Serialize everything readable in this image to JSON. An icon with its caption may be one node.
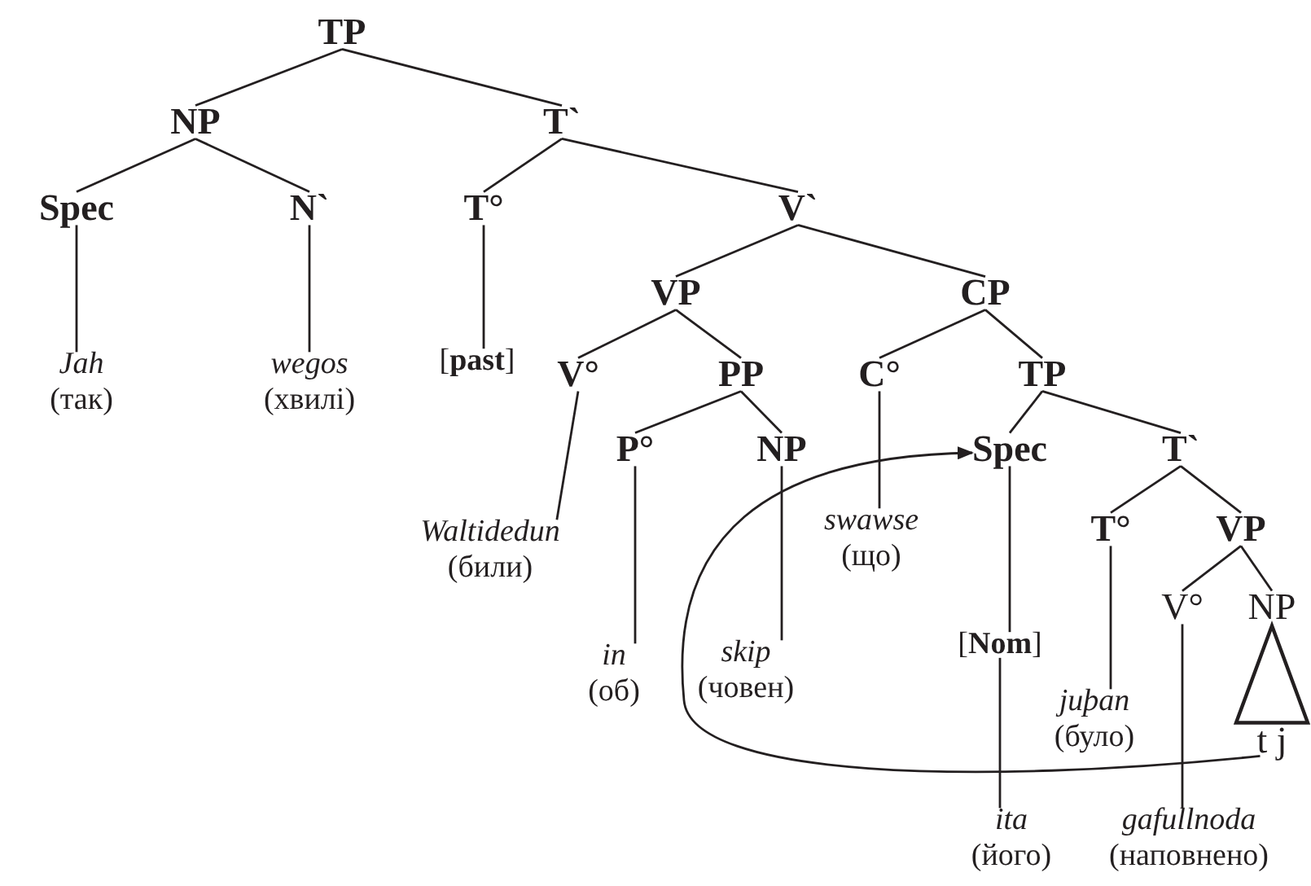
{
  "diagram": {
    "nodes": [
      {
        "text": [
          "TP"
        ]
      },
      {
        "text": [
          "NP"
        ]
      },
      {
        "text": [
          "T`"
        ]
      },
      {
        "text": [
          "Spec"
        ]
      },
      {
        "text": [
          "N`"
        ]
      },
      {
        "text": [
          "T°"
        ]
      },
      {
        "text": [
          "V`"
        ]
      },
      {
        "text": [
          "Jah",
          "(так)"
        ]
      },
      {
        "text": [
          "wegos",
          "(хвилі)"
        ]
      },
      {
        "text": [
          "[**past**]"
        ]
      },
      {
        "text": [
          "VP"
        ]
      },
      {
        "text": [
          "CP"
        ]
      },
      {
        "text": [
          "V°"
        ]
      },
      {
        "text": [
          "PP"
        ]
      },
      {
        "text": [
          "C°"
        ]
      },
      {
        "text": [
          "TP"
        ]
      },
      {
        "text": [
          "P°"
        ]
      },
      {
        "text": [
          "NP"
        ]
      },
      {
        "text": [
          "Spec"
        ]
      },
      {
        "text": [
          "T`"
        ]
      },
      {
        "text": [
          "Waltidedun",
          "(били)"
        ]
      },
      {
        "text": [
          "swawse",
          "(що)"
        ]
      },
      {
        "text": [
          "T°"
        ]
      },
      {
        "text": [
          "VP"
        ]
      },
      {
        "text": [
          "in",
          "(об)"
        ]
      },
      {
        "text": [
          "skip",
          "(човен)"
        ]
      },
      {
        "text": [
          "[**Nom**]"
        ]
      },
      {
        "text": [
          "V°"
        ]
      },
      {
        "text": [
          "NP"
        ]
      },
      {
        "text": [
          "t j"
        ]
      },
      {
        "text": [
          "juþan",
          "(було)"
        ]
      },
      {
        "text": [
          "ita",
          "(його)"
        ]
      },
      {
        "text": [
          "gafullnoda",
          "(наповнено)"
        ]
      }
    ],
    "edges": [
      {
        "from": 0,
        "to": 1,
        "arrow": "none"
      },
      {
        "from": 0,
        "to": 2,
        "arrow": "none"
      },
      {
        "from": 1,
        "to": 3,
        "arrow": "none"
      },
      {
        "from": 1,
        "to": 4,
        "arrow": "none"
      },
      {
        "from": 2,
        "to": 5,
        "arrow": "none"
      },
      {
        "from": 2,
        "to": 6,
        "arrow": "none"
      },
      {
        "from": 3,
        "to": 7,
        "arrow": "none"
      },
      {
        "from": 4,
        "to": 8,
        "arrow": "none"
      },
      {
        "from": 5,
        "to": 9,
        "arrow": "none"
      },
      {
        "from": 6,
        "to": 10,
        "arrow": "none"
      },
      {
        "from": 6,
        "to": 11,
        "arrow": "none"
      },
      {
        "from": 10,
        "to": 12,
        "arrow": "none"
      },
      {
        "from": 10,
        "to": 13,
        "arrow": "none"
      },
      {
        "from": 11,
        "to": 14,
        "arrow": "none"
      },
      {
        "from": 11,
        "to": 15,
        "arrow": "none"
      },
      {
        "from": 13,
        "to": 16,
        "arrow": "none"
      },
      {
        "from": 13,
        "to": 17,
        "arrow": "none"
      },
      {
        "from": 12,
        "to": 20,
        "arrow": "none"
      },
      {
        "from": 14,
        "to": 21,
        "arrow": "none"
      },
      {
        "from": 15,
        "to": 18,
        "arrow": "none"
      },
      {
        "from": 15,
        "to": 19,
        "arrow": "none"
      },
      {
        "from": 16,
        "to": 24,
        "arrow": "none"
      },
      {
        "from": 17,
        "to": 25,
        "arrow": "none"
      },
      {
        "from": 18,
        "to": 26,
        "arrow": "none"
      },
      {
        "from": 19,
        "to": 22,
        "arrow": "none"
      },
      {
        "from": 19,
        "to": 23,
        "arrow": "none"
      },
      {
        "from": 22,
        "to": 30,
        "arrow": "none"
      },
      {
        "from": 23,
        "to": 27,
        "arrow": "none"
      },
      {
        "from": 23,
        "to": 28,
        "arrow": "none"
      },
      {
        "from": 28,
        "to": 29,
        "arrow": "none"
      },
      {
        "from": 26,
        "to": 31,
        "arrow": "none"
      },
      {
        "from": 27,
        "to": 32,
        "arrow": "none"
      },
      {
        "from": 29,
        "to": 18,
        "arrow": "to"
      }
    ]
  }
}
